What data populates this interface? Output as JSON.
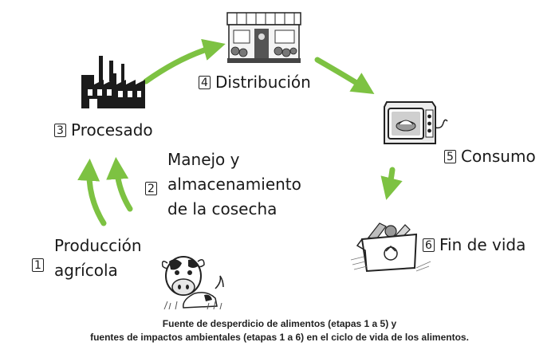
{
  "stages": {
    "s1": {
      "number": "1",
      "line1": "Producción",
      "line2": "agrícola"
    },
    "s2": {
      "number": "2",
      "line1": "Manejo y",
      "line2": "almacenamiento",
      "line3": "de la cosecha"
    },
    "s3": {
      "number": "3",
      "text": "Procesado"
    },
    "s4": {
      "number": "4",
      "text": "Distribución"
    },
    "s5": {
      "number": "5",
      "text": "Consumo"
    },
    "s6": {
      "number": "6",
      "text": "Fin de vida"
    }
  },
  "caption": {
    "line1": "Fuente de desperdicio de alimentos (etapas 1 a 5) y",
    "line2": "fuentes de impactos ambientales (etapas 1 a 6) en el ciclo de vida de los alimentos."
  },
  "icons": [
    "factory-icon",
    "market-stall-icon",
    "microwave-icon",
    "recycling-bin-icon",
    "cow-icon"
  ],
  "colors": {
    "arrow": "#7dc242",
    "ink": "#1a1a1a"
  }
}
